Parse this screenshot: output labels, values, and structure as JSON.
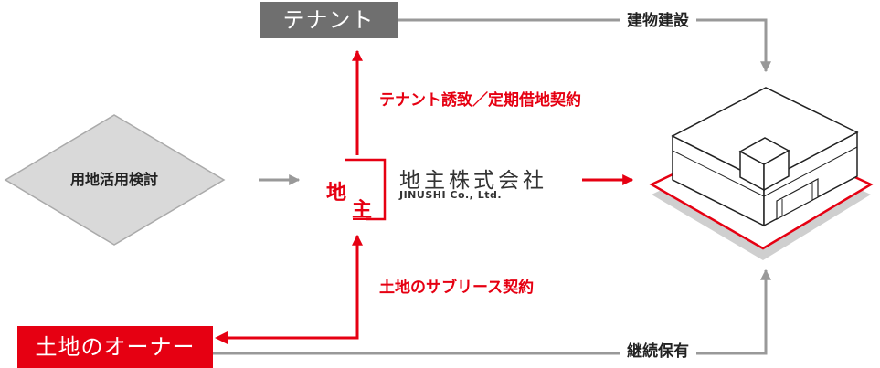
{
  "nodes": {
    "tenant": "テナント",
    "land_owner": "土地のオーナー",
    "land_use_review": "用地活用検討",
    "company_name_ja": "地主株式会社",
    "company_name_en": "JINUSHI Co., Ltd.",
    "logo_char_1": "地",
    "logo_char_2": "主"
  },
  "edges": {
    "tenant_invite_lease": "テナント誘致／定期借地契約",
    "land_sublease": "土地のサブリース契約",
    "building_construction": "建物建設",
    "ongoing_ownership": "継続保有"
  },
  "colors": {
    "accent_red": "#e60012",
    "tenant_gray": "#6f6f6f",
    "connector_gray": "#999999"
  }
}
